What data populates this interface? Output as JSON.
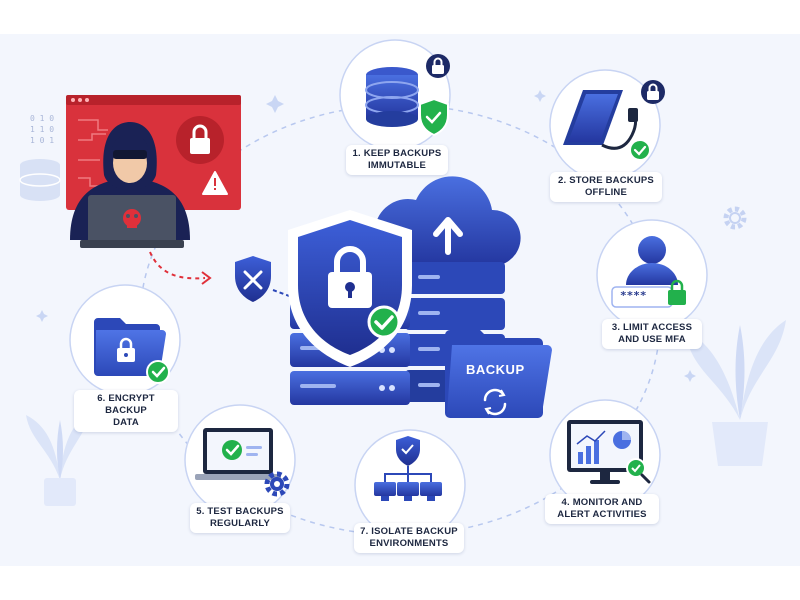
{
  "steps": [
    {
      "id": "keep-immutable",
      "line1": "1. KEEP BACKUPS",
      "line2": "IMMUTABLE"
    },
    {
      "id": "store-offline",
      "line1": "2. STORE BACKUPS",
      "line2": "OFFLINE"
    },
    {
      "id": "limit-access",
      "line1": "3. LIMIT ACCESS",
      "line2": "AND USE MFA"
    },
    {
      "id": "monitor",
      "line1": "4. MONITOR AND",
      "line2": "ALERT ACTIVITIES"
    },
    {
      "id": "test",
      "line1": "5. TEST BACKUPS",
      "line2": "REGULARLY"
    },
    {
      "id": "encrypt",
      "line1": "6. ENCRYPT BACKUP",
      "line2": "DATA"
    },
    {
      "id": "isolate",
      "line1": "7. ISOLATE BACKUP",
      "line2": "ENVIRONMENTS"
    }
  ],
  "folder_label": "BACKUP",
  "password_mask": "****",
  "binary": {
    "line1": "0 1 0",
    "line2": "1 1 0",
    "line3": "1 0 1"
  },
  "icons": [
    "hacker-icon",
    "ransomware-screen-icon",
    "shield-lock-icon",
    "server-stack-icon",
    "cloud-upload-icon",
    "backup-folder-icon",
    "database-icon",
    "external-drive-icon",
    "user-mfa-icon",
    "monitor-chart-icon",
    "laptop-check-icon",
    "network-shield-icon",
    "encrypted-folder-icon",
    "blocked-shield-icon",
    "gear-icon",
    "plant-icon"
  ],
  "colors": {
    "primary": "#2c48b8",
    "primary_light": "#4a6fe0",
    "success": "#22b14c",
    "danger": "#e0303a",
    "danger_bg": "#d9323c",
    "background": "#f3f6fd",
    "ring": "#b8c8ef"
  }
}
